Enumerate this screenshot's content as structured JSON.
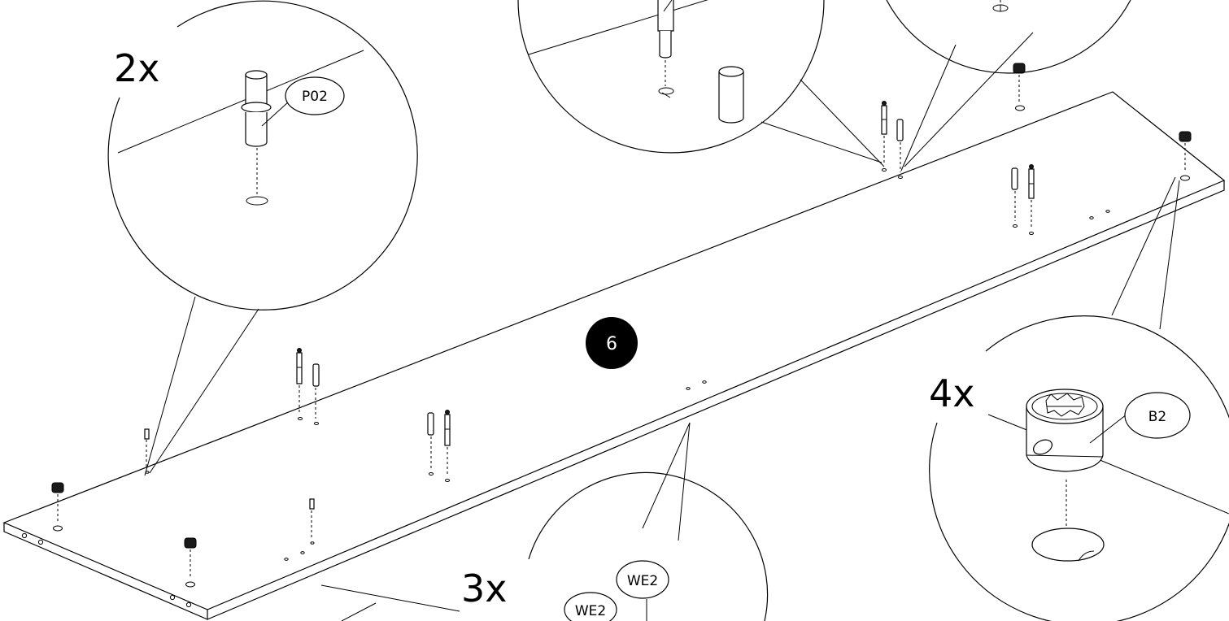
{
  "step": {
    "number": "6"
  },
  "callouts": [
    {
      "id": "dowel",
      "quantity": "2x",
      "part": "P02"
    },
    {
      "id": "cam-lock",
      "quantity": "4x",
      "part": "B2"
    },
    {
      "id": "wooden-dowel",
      "quantity": "3x",
      "parts": [
        "WE2",
        "WE2"
      ]
    }
  ]
}
